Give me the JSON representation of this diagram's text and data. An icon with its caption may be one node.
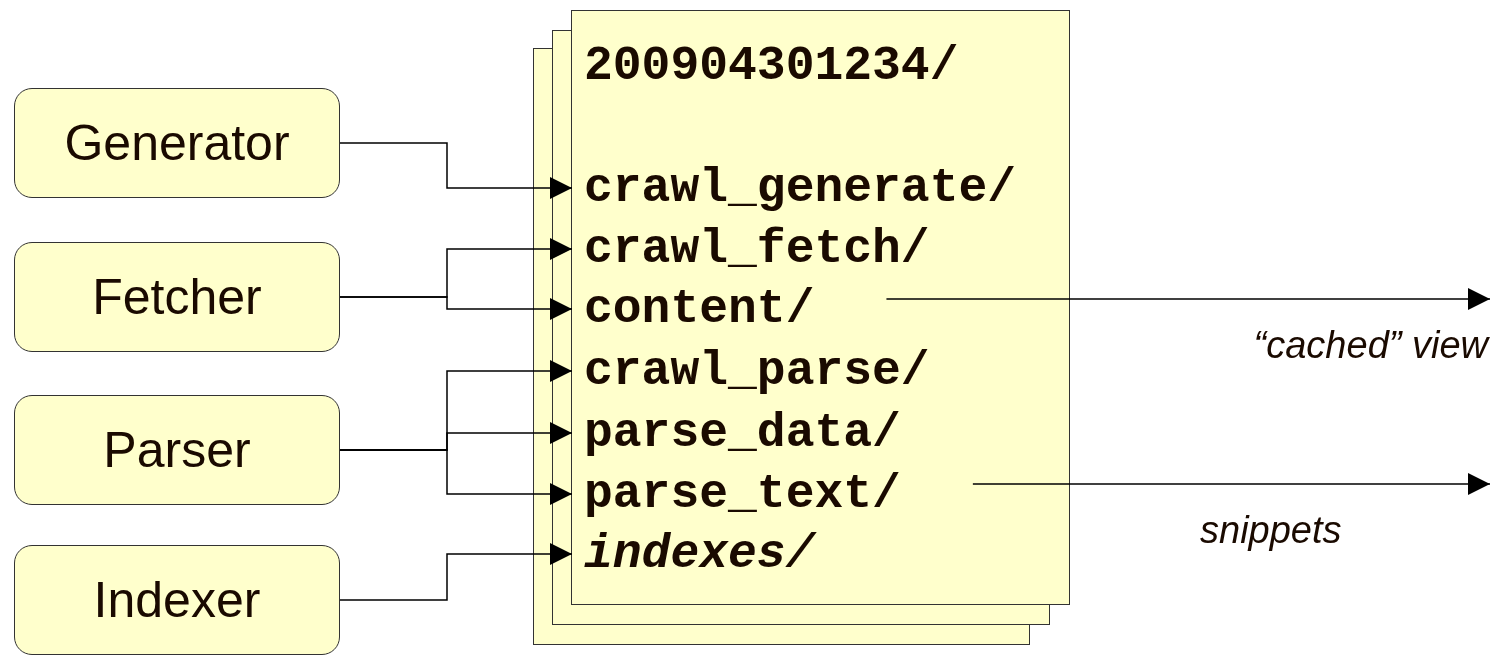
{
  "diagram": {
    "nodes": [
      {
        "text": [
          "Generator"
        ]
      },
      {
        "text": [
          "Fetcher"
        ]
      },
      {
        "text": [
          "Parser"
        ]
      },
      {
        "text": [
          "Indexer"
        ]
      },
      {
        "text": [
          "200904301234/"
        ]
      },
      {
        "text": [
          "crawl_generate/"
        ],
        "in": 4
      },
      {
        "text": [
          "crawl_fetch/"
        ],
        "in": 4
      },
      {
        "text": [
          "content/"
        ],
        "in": 4
      },
      {
        "text": [
          "crawl_parse/"
        ],
        "in": 4
      },
      {
        "text": [
          "parse_data/"
        ],
        "in": 4
      },
      {
        "text": [
          "parse_text/"
        ],
        "in": 4
      },
      {
        "text": [
          "indexes/"
        ],
        "in": 4
      }
    ],
    "edges": [
      {
        "from": 0,
        "to": 5,
        "arrow": "to"
      },
      {
        "from": 1,
        "to": 6,
        "arrow": "to"
      },
      {
        "from": 1,
        "to": 7,
        "arrow": "to"
      },
      {
        "from": 2,
        "to": 8,
        "arrow": "to"
      },
      {
        "from": 2,
        "to": 9,
        "arrow": "to"
      },
      {
        "from": 2,
        "to": 10,
        "arrow": "to"
      },
      {
        "from": 3,
        "to": 11,
        "arrow": "to"
      },
      {
        "from": 7,
        "to": null,
        "arrow": "to",
        "label": "“cached” view"
      },
      {
        "from": 10,
        "to": null,
        "arrow": "to",
        "label": "snippets"
      }
    ]
  }
}
